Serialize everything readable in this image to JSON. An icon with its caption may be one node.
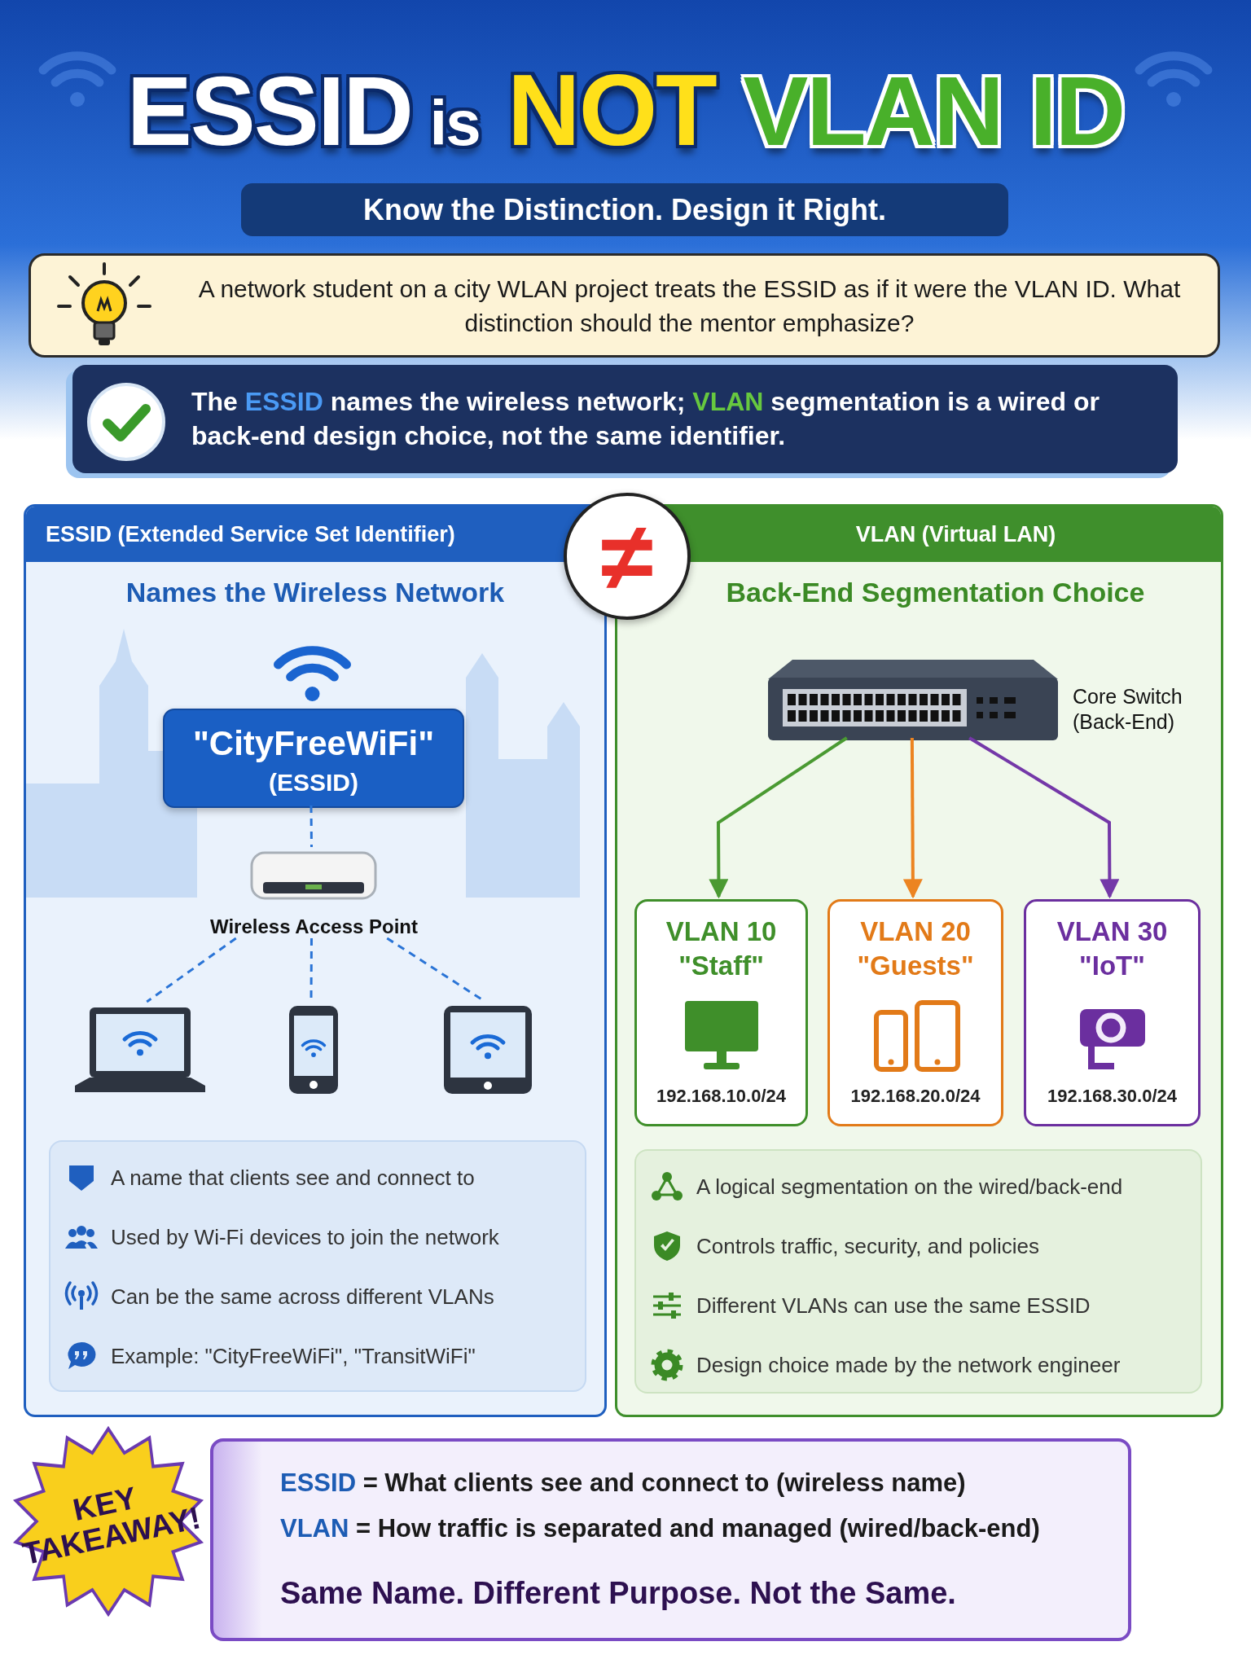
{
  "diagram": {
    "title": "ESSID is NOT VLAN ID",
    "nodes": [
      {
        "text": [
          "A network student on a city WLAN project treats the ESSID as if it were the VLAN ID. What distinction should the mentor emphasize?"
        ]
      },
      {
        "text": [
          "The **ESSID** names the wireless network; **VLAN** segmentation is a wired or back-end design choice, not the same identifier."
        ]
      },
      {
        "text": [
          "ESSID (Extended Service Set Identifier)",
          "Names the Wireless Network"
        ]
      },
      {
        "text": [
          "\"CityFreeWiFi\"",
          "(ESSID)"
        ],
        "in": 2
      },
      {
        "text": [],
        "shape": "picture",
        "in": 2,
        "beside": [
          "Wireless Access Point"
        ]
      },
      {
        "text": [],
        "shape": "picture",
        "in": 2
      },
      {
        "text": [],
        "shape": "picture",
        "in": 2
      },
      {
        "text": [],
        "shape": "picture",
        "in": 2
      },
      {
        "text": [
          "A name that clients see and connect to",
          "Used by Wi-Fi devices to join the network",
          "Can be the same across different VLANs",
          "Example: \"CityFreeWiFi\", \"TransitWiFi\""
        ],
        "in": 2
      },
      {
        "text": [
          "≠"
        ]
      },
      {
        "text": [
          "VLAN (Virtual LAN)",
          "Back-End Segmentation Choice"
        ]
      },
      {
        "text": [],
        "shape": "picture",
        "in": 10,
        "beside": [
          "Core Switch (Back-End)"
        ]
      },
      {
        "text": [
          "VLAN 10",
          "\"Staff\"",
          "192.168.10.0/24"
        ],
        "in": 10
      },
      {
        "text": [
          "VLAN 20",
          "\"Guests\"",
          "192.168.20.0/24"
        ],
        "in": 10
      },
      {
        "text": [
          "VLAN 30",
          "\"IoT\"",
          "192.168.30.0/24"
        ],
        "in": 10
      },
      {
        "text": [
          "A logical segmentation on the wired/back-end",
          "Controls traffic, security, and policies",
          "Different VLANs can use the same ESSID",
          "Design choice made by the network engineer"
        ],
        "in": 10
      },
      {
        "text": [
          "KEY TAKEAWAY!"
        ]
      },
      {
        "text": [
          "**ESSID** = What clients see and connect to (wireless name)",
          "**VLAN** = How traffic is separated and managed (wired/back-end)",
          "Same Name. Different Purpose. Not the Same."
        ]
      }
    ],
    "edges": [
      {
        "from": 3,
        "to": 4,
        "arrow": "none",
        "style": "dashed"
      },
      {
        "from": 4,
        "to": 5,
        "arrow": "none",
        "style": "dashed"
      },
      {
        "from": 4,
        "to": 6,
        "arrow": "none",
        "style": "dashed"
      },
      {
        "from": 4,
        "to": 7,
        "arrow": "none",
        "style": "dashed"
      },
      {
        "from": 11,
        "to": 12,
        "arrow": "to",
        "color": "#4a9a32"
      },
      {
        "from": 11,
        "to": 13,
        "arrow": "to",
        "color": "#ec8421"
      },
      {
        "from": 11,
        "to": 14,
        "arrow": "to",
        "color": "#7438a8"
      }
    ],
    "labels": [
      "Know the Distinction. Design it Right."
    ]
  }
}
